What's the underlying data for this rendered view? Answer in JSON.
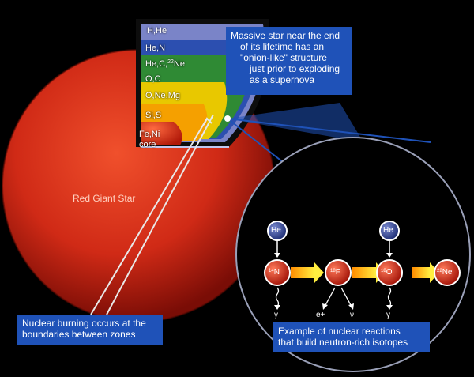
{
  "layers": [
    {
      "id": "hhe",
      "text": "H,He"
    },
    {
      "id": "hen",
      "text": "He,N"
    },
    {
      "id": "hec",
      "text": "He,C,",
      "sup": "22",
      "after": "Ne"
    },
    {
      "id": "oc",
      "text": "O,C"
    },
    {
      "id": "onemg",
      "text": "O,Ne,Mg"
    },
    {
      "id": "sis",
      "text": "Si,S"
    },
    {
      "id": "feni",
      "text": "Fe,Ni"
    },
    {
      "id": "core",
      "text": "core"
    }
  ],
  "giant_label": "Red Giant Star",
  "top_box": {
    "lines": [
      "Massive star near the end",
      "of its lifetime has an",
      "\"onion-like\" structure",
      "just prior to exploding",
      "as a supernova"
    ]
  },
  "left_box": {
    "lines": [
      "Nuclear burning occurs at the",
      "boundaries between zones"
    ]
  },
  "right_box": {
    "lines": [
      "Example of nuclear reactions",
      "that build neutron-rich isotopes"
    ]
  },
  "reaction": {
    "helium": [
      {
        "text": "He",
        "sup": ""
      },
      {
        "text": "He",
        "sup": ""
      }
    ],
    "chain": [
      {
        "sup": "14",
        "sym": "N"
      },
      {
        "sup": "18",
        "sym": "F"
      },
      {
        "sup": "18",
        "sym": "O"
      },
      {
        "sup": "22",
        "sym": "Ne"
      }
    ],
    "emissions": [
      "γ",
      "e+",
      "ν",
      "γ"
    ]
  },
  "colors": {
    "red_giant": "#d8301a",
    "hhe_shell": "#0d0d0d",
    "hen_shell": "#7a84c8",
    "hec_shell": "#2c4fb0",
    "oc_shell": "#2f8a34",
    "onemg_shell": "#e8c800",
    "sis_shell": "#f5a000",
    "core": "#d42414",
    "box": "#1f52b8"
  }
}
